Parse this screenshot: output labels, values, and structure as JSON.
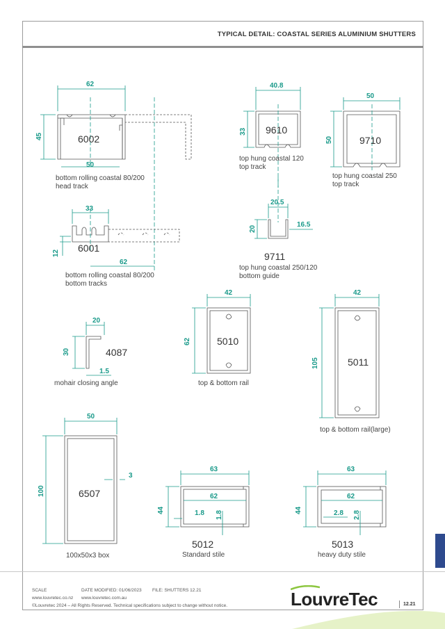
{
  "header": {
    "title": "TYPICAL DETAIL: COASTAL SERIES ALUMINIUM SHUTTERS"
  },
  "profiles": {
    "p6002": {
      "code": "6002",
      "caption1": "bottom rolling coastal 80/200",
      "caption2": "head track",
      "dim_width": "62",
      "dim_height": "45",
      "dim_inner": "50"
    },
    "p9610": {
      "code": "9610",
      "caption1": "top hung coastal 120",
      "caption2": "top track",
      "dim_width": "40.8",
      "dim_height": "33"
    },
    "p9710": {
      "code": "9710",
      "caption1": "top hung coastal 250",
      "caption2": "top track",
      "dim_width": "50",
      "dim_height": "50"
    },
    "p6001": {
      "code": "6001",
      "caption1": "bottom rolling coastal 80/200",
      "caption2": "bottom tracks",
      "dim_top": "33",
      "dim_height": "12",
      "dim_bottom": "62"
    },
    "p9711": {
      "code": "9711",
      "caption1": "top hung coastal 250/120",
      "caption2": "bottom guide",
      "dim_width": "20.5",
      "dim_height": "20",
      "dim_side": "16.5"
    },
    "p4087": {
      "code": "4087",
      "caption": "mohair closing angle",
      "dim_width": "20",
      "dim_height": "30",
      "dim_thick": "1.5"
    },
    "p5010": {
      "code": "5010",
      "caption": "top & bottom rail",
      "dim_width": "42",
      "dim_height": "62"
    },
    "p5011": {
      "code": "5011",
      "caption": "top & bottom rail(large)",
      "dim_width": "42",
      "dim_height": "105"
    },
    "p6507": {
      "code": "6507",
      "caption": "100x50x3 box",
      "dim_width": "50",
      "dim_height": "100",
      "dim_thick": "3"
    },
    "p5012": {
      "code": "5012",
      "caption": "Standard stile",
      "dim_outer": "63",
      "dim_inner": "62",
      "dim_height": "44",
      "dim_wall_h": "1.8",
      "dim_wall_v": "1.8"
    },
    "p5013": {
      "code": "5013",
      "caption": "heavy duty stile",
      "dim_outer": "63",
      "dim_inner": "62",
      "dim_height": "44",
      "dim_wall_h": "2.8",
      "dim_wall_v": "2.8"
    }
  },
  "footer": {
    "scale_label": "SCALE",
    "date_modified": "DATE MODIFIED: 01/06/2023",
    "file": "FILE: SHUTTERS 12.21",
    "website_nz": "www.louvretec.co.nz",
    "website_au": "www.louvretec.com.au",
    "copyright": "©Louvretec 2024 – All Rights Reserved. Technical specifications subject to change without notice.",
    "page_number": "12.21"
  },
  "brand": {
    "logo_text": "LouvreTec",
    "accent": "#1a9a8a",
    "tab_color": "#2e4a8e"
  }
}
